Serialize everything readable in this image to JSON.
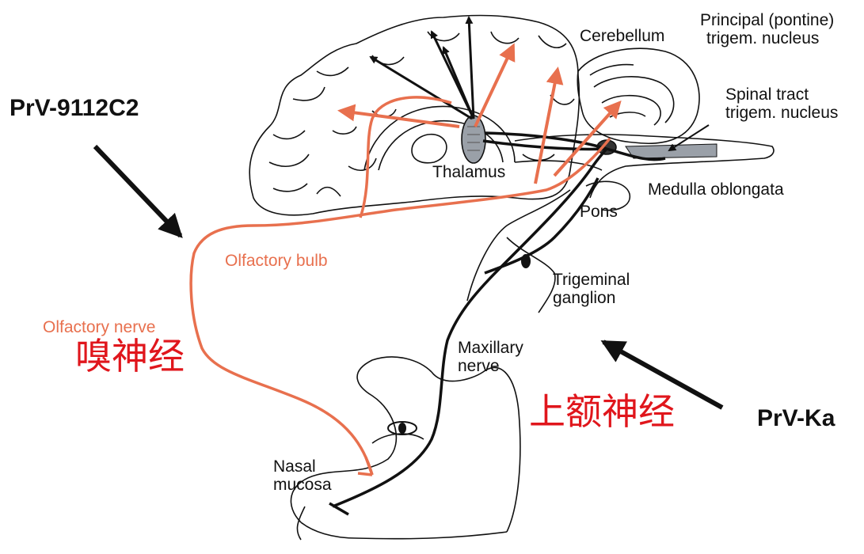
{
  "diagram": {
    "strain_left": "PrV-9112C2",
    "strain_right": "PrV-Ka",
    "olfactory_nerve_cn": "嗅神经",
    "maxillary_nerve_cn": "上额神经",
    "labels": {
      "cerebellum": "Cerebellum",
      "principal_line1": "Principal (pontine)",
      "principal_line2": "trigem. nucleus",
      "spinal_line1": "Spinal tract",
      "spinal_line2": "trigem. nucleus",
      "thalamus": "Thalamus",
      "medulla": "Medulla oblongata",
      "pons": "Pons",
      "olfactory_bulb": "Olfactory bulb",
      "olfactory_nerve": "Olfactory nerve",
      "trigeminal_line1": "Trigeminal",
      "trigeminal_line2": "ganglion",
      "maxillary_line1": "Maxillary",
      "maxillary_line2": "nerve",
      "nasal_line1": "Nasal",
      "nasal_line2": "mucosa"
    },
    "colors": {
      "olfactory_path": "#e8704e",
      "trigeminal_path": "#111111",
      "chinese_label": "#e0161c"
    }
  }
}
